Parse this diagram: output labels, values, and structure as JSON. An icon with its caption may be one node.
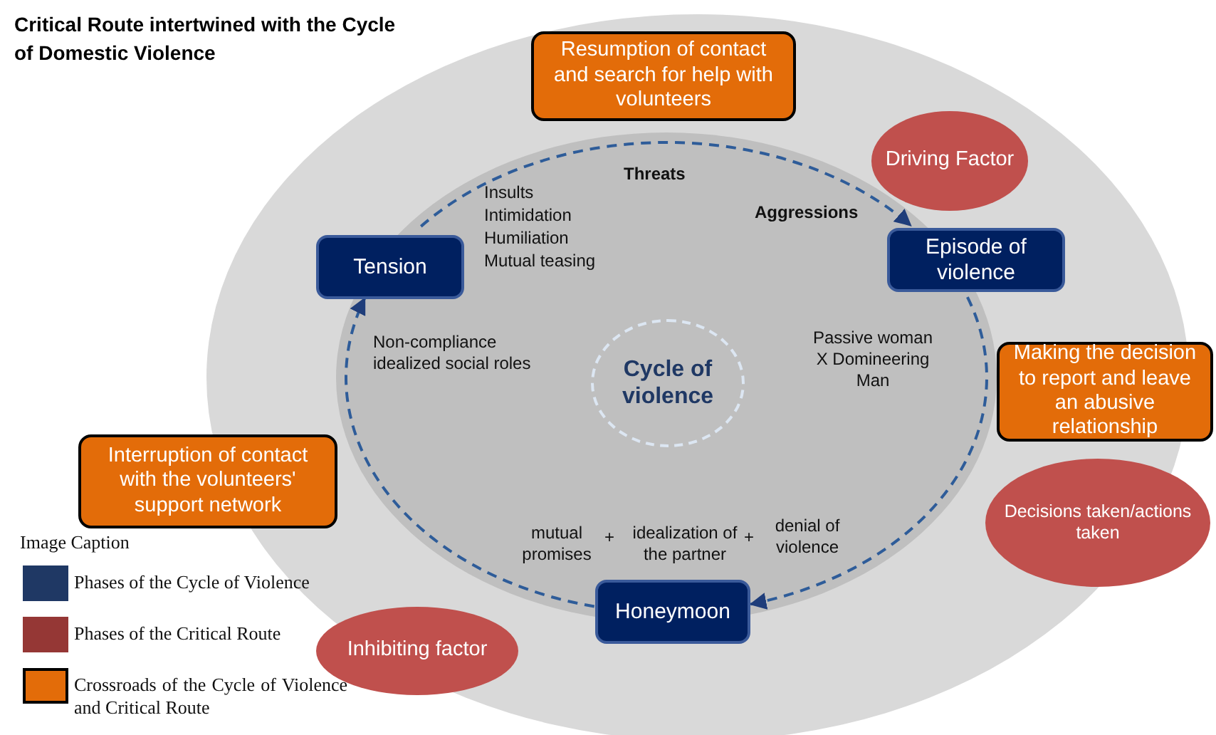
{
  "diagram": {
    "title": "Critical Route intertwined with the Cycle of Domestic Violence",
    "nodes": [
      {
        "text": [
          "Resumption of contact and search for help with volunteers"
        ]
      },
      {
        "text": [
          "Driving Factor"
        ]
      },
      {
        "text": [
          "Tension"
        ]
      },
      {
        "text": [
          "Episode of violence"
        ]
      },
      {
        "text": [
          "Cycle of violence"
        ]
      },
      {
        "text": [
          "Making the decision to report and leave an abusive relationship"
        ]
      },
      {
        "text": [
          "Interruption of contact with the volunteers' support network"
        ]
      },
      {
        "text": [
          "Decisions taken/actions taken"
        ]
      },
      {
        "text": [
          "Inhibiting factor"
        ]
      },
      {
        "text": [
          "Honeymoon"
        ]
      }
    ],
    "edges": [
      {
        "from": 2,
        "to": 3,
        "arrow": "to",
        "style": "dashed"
      },
      {
        "from": 3,
        "to": 9,
        "arrow": "to",
        "style": "dashed"
      },
      {
        "from": 9,
        "to": 2,
        "arrow": "to",
        "style": "dashed"
      }
    ],
    "labels": [
      "Threats",
      "Insults",
      "Intimidation",
      "Humiliation",
      "Mutual teasing",
      "Aggressions",
      "Non-compliance idealized social roles",
      "Passive woman X Domineering Man",
      "mutual promises",
      "+",
      "idealization of the partner",
      "+",
      "denial of violence",
      "Image Caption"
    ],
    "legend": [
      {
        "text": "Phases of the Cycle of Violence",
        "color": "#1f3864"
      },
      {
        "text": "Phases of the Critical Route",
        "color": "#953735"
      },
      {
        "text": "Crossroads of the Cycle of Violence and Critical Route",
        "color": "#e36c09"
      }
    ]
  }
}
